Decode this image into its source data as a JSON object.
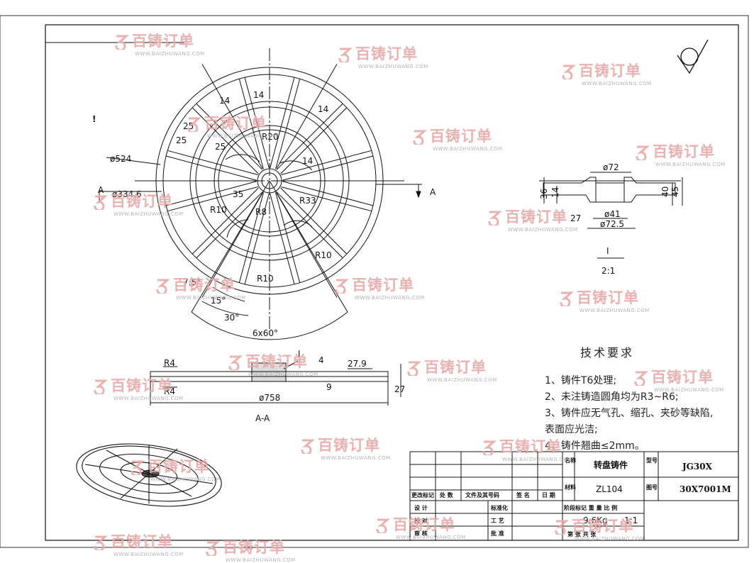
{
  "dimensions": {
    "d524": "ø524",
    "d334": "ø334.6",
    "r20": "R20",
    "r33": "R33",
    "r8": "R8",
    "r10a": "R10",
    "r10b": "R10",
    "r10c": "R10",
    "n35": "35",
    "n14a": "14",
    "n14b": "14",
    "n14c": "14",
    "n14d": "14",
    "n25a": "25",
    "n25b": "25",
    "n25c": "25",
    "a75": "7.5°",
    "a15": "15°",
    "a30": "30°",
    "a6x60": "6x60°",
    "section_a_left": "A",
    "section_a_right": "A",
    "section_label": "A-A",
    "r4a": "R4",
    "r4b": "R4",
    "d758": "ø758",
    "n27_9": "27.9",
    "n4": "4",
    "n9": "9",
    "n27": "27",
    "callout_i": "I"
  },
  "detail": {
    "d72": "ø72",
    "d41": "ø41",
    "d72_5": "ø72.5",
    "n36": "36",
    "n14": "14",
    "n40": "40",
    "n45": "45",
    "n27": "27",
    "label": "I",
    "scale": "2:1"
  },
  "notes": {
    "title": "技术要求",
    "items": [
      "1、铸件T6处理;",
      "2、未注铸造圆角均为R3~R6;",
      "3、铸件应无气孔、缩孔、夹砂等缺陷,",
      "   表面应光洁;",
      "4、铸件翘曲≤2mm。"
    ]
  },
  "title_block": {
    "name_label": "名称",
    "part_name": "转盘铸件",
    "model_label": "型号",
    "model": "JG30X",
    "material_label": "材料",
    "material": "ZL104",
    "drawing_label": "图号",
    "drawing_no": "30X7001M",
    "col_change": "更改标记",
    "col_area": "处 数",
    "col_doc": "文件及其号码",
    "col_sign": "签 名",
    "col_date": "日 期",
    "row_design": "设 计",
    "row_check": "校 对",
    "row_review": "审 核",
    "row_std": "标准化",
    "row_process": "工 艺",
    "row_approve": "批 准",
    "stage_header": "阶段标记 重 量 比 例",
    "weight": "9.6Kg",
    "scale": "1:1",
    "sheet_info": "第 张 共 张"
  },
  "watermark": {
    "brand": "百铸订单",
    "url": "WWW.BAIZHUWANG.COM",
    "partial": "订单",
    "partial_url": "UWANG.COM"
  },
  "colors": {
    "line": "#111111",
    "watermark": "#e8a9a9"
  }
}
